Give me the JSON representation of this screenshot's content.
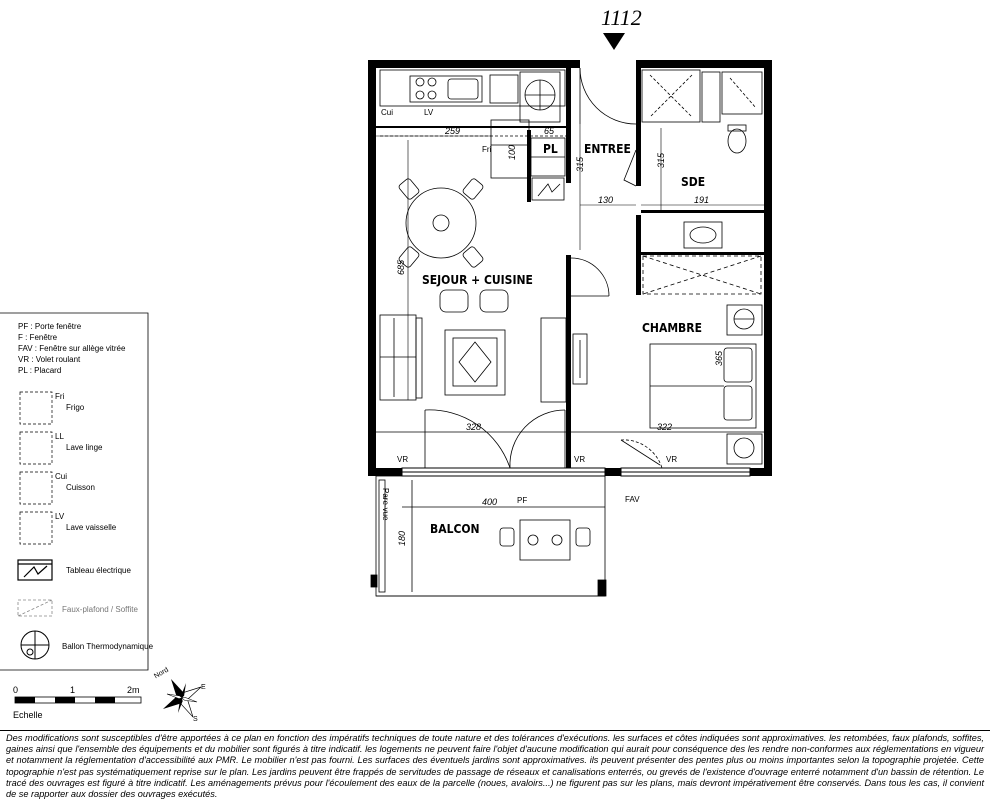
{
  "unit_number": "1112",
  "rooms": {
    "entree": "ENTREE",
    "sde": "SDE",
    "sejour": "SEJOUR + CUISINE",
    "chambre": "CHAMBRE",
    "balcon": "BALCON",
    "placard": "PL"
  },
  "dimensions": {
    "cuisine_w": "259",
    "pl_w": "65",
    "fri_h": "100",
    "entree_h": "315",
    "sde_h": "315",
    "entree_w": "130",
    "sde_w": "191",
    "sejour_h": "685",
    "sejour_w": "328",
    "chambre_w": "322",
    "lit_h": "365",
    "balcon_w": "400",
    "balcon_h": "180"
  },
  "labels": {
    "cui": "Cui",
    "lv": "LV",
    "fri": "Fri",
    "vr_left": "VR",
    "vr_mid": "VR",
    "vr_right": "VR",
    "pf": "PF",
    "fav": "FAV",
    "pare_vue": "Pare-vue"
  },
  "legend": {
    "abbreviations": [
      "PF : Porte fenêtre",
      "F : Fenêtre",
      "FAV : Fenêtre sur allège vitrée",
      "VR : Volet roulant",
      "PL : Placard"
    ],
    "items": [
      {
        "code": "Fri",
        "name": "Frigo"
      },
      {
        "code": "LL",
        "name": "Lave linge"
      },
      {
        "code": "Cui",
        "name": "Cuisson"
      },
      {
        "code": "LV",
        "name": "Lave vaisselle"
      }
    ],
    "tableau": "Tableau électrique",
    "faux_plafond": "Faux-plafond / Soffite",
    "ballon": "Ballon Thermodynamique"
  },
  "compass": {
    "nord": "Nord",
    "e": "E",
    "s": "S"
  },
  "scale": {
    "zero": "0",
    "one": "1",
    "two": "2m",
    "label": "Echelle"
  },
  "disclaimer": "Des modifications sont susceptibles d'être apportées à ce plan en fonction des impératifs techniques de toute nature et des tolérances d'exécutions. les surfaces et côtes indiquées sont approximatives. les retombées, faux plafonds, soffites, gaines ainsi que l'ensemble des équipements et du mobilier sont figurés à titre indicatif. les logements ne peuvent faire l'objet d'aucune modification qui aurait pour conséquence des les rendre non-conformes aux réglementations en vigueur et notamment la réglementation d'accessibilité aux PMR. Le mobilier n'est pas fourni. Les surfaces des éventuels jardins sont approximatives. ils peuvent présenter des pentes plus ou moins importantes selon la topographie projetée. Cette topographie n'est pas systématiquement reprise sur le plan. Les jardins peuvent être frappés de servitudes de passage de réseaux et canalisations enterrés, ou grevés de l'existence d'ouvrage enterré notamment d'un bassin de rétention. Le tracé des ouvrages est figuré à titre indicatif. Les aménagements prévus pour l'écoulement des eaux de la parcelle (noues, avaloirs...) ne figurent pas sur les plans, mais devront impérativement être conservés. Dans tous les cas, il convient de se rapporter aux dossier des ouvrages exécutés."
}
